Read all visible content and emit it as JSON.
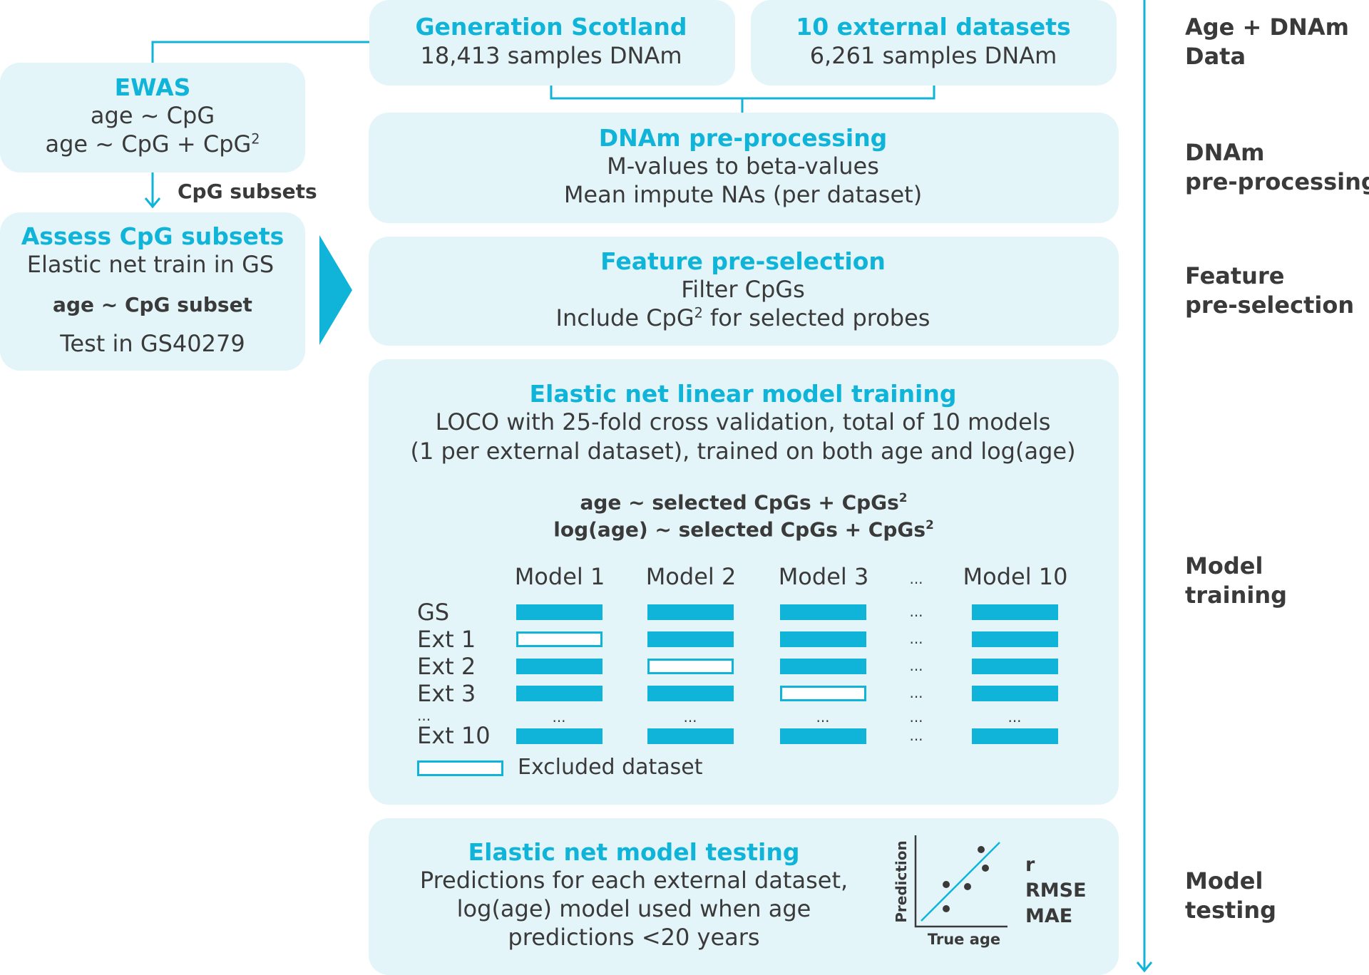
{
  "sources": {
    "gs": {
      "title": "Generation Scotland",
      "text": "18,413 samples DNAm"
    },
    "ext": {
      "title": "10 external datasets",
      "text": "6,261 samples DNAm"
    }
  },
  "ewas": {
    "title": "EWAS",
    "line1": "age ~ CpG",
    "line2": "age ~ CpG + CpG",
    "line2_sup": "2"
  },
  "cpg_subsets_label": "CpG subsets",
  "assess": {
    "title": "Assess CpG subsets",
    "line1": "Elastic net train in GS",
    "formula": "age ~ CpG subset",
    "line3": "Test in GS40279"
  },
  "preprocessing": {
    "title": "DNAm pre-processing",
    "line1": "M-values to beta-values",
    "line2": "Mean impute NAs (per dataset)"
  },
  "feature": {
    "title": "Feature pre-selection",
    "line1": "Filter CpGs",
    "line2a": "Include CpG",
    "line2_sup": "2",
    "line2b": " for selected probes"
  },
  "training": {
    "title": "Elastic net linear model training",
    "line1": "LOCO with 25-fold cross validation, total of 10 models",
    "line2": "(1 per external dataset), trained on both age and log(age)",
    "formula1": "age ~ selected CpGs + CpGs",
    "formula2": "log(age) ~ selected CpGs + CpGs",
    "formula_sup": "2",
    "models": [
      "Model 1",
      "Model 2",
      "Model 3",
      "...",
      "Model 10"
    ],
    "rows": [
      "GS",
      "Ext 1",
      "Ext 2",
      "Ext 3",
      "...",
      "Ext 10"
    ],
    "excluded": [
      [
        1,
        0
      ],
      [
        2,
        1
      ],
      [
        3,
        2
      ],
      [
        5,
        3
      ]
    ],
    "legend": "Excluded dataset"
  },
  "testing": {
    "title": "Elastic net model testing",
    "line1": "Predictions for each external dataset,",
    "line2": "log(age) model used when age",
    "line3": "predictions <20 years",
    "ylabel": "Prediction",
    "xlabel": "True age",
    "metrics": [
      "r",
      "RMSE",
      "MAE"
    ]
  },
  "stages": [
    {
      "line1": "Age + DNAm",
      "line2": "Data"
    },
    {
      "line1": "DNAm",
      "line2": "pre-processing"
    },
    {
      "line1": "Feature",
      "line2": "pre-selection"
    },
    {
      "line1": "Model",
      "line2": "training"
    },
    {
      "line1": "Model",
      "line2": "testing"
    }
  ],
  "colors": {
    "accent": "#0fb4d8",
    "box": "#e4f5fa",
    "text": "#3a3a3a"
  }
}
